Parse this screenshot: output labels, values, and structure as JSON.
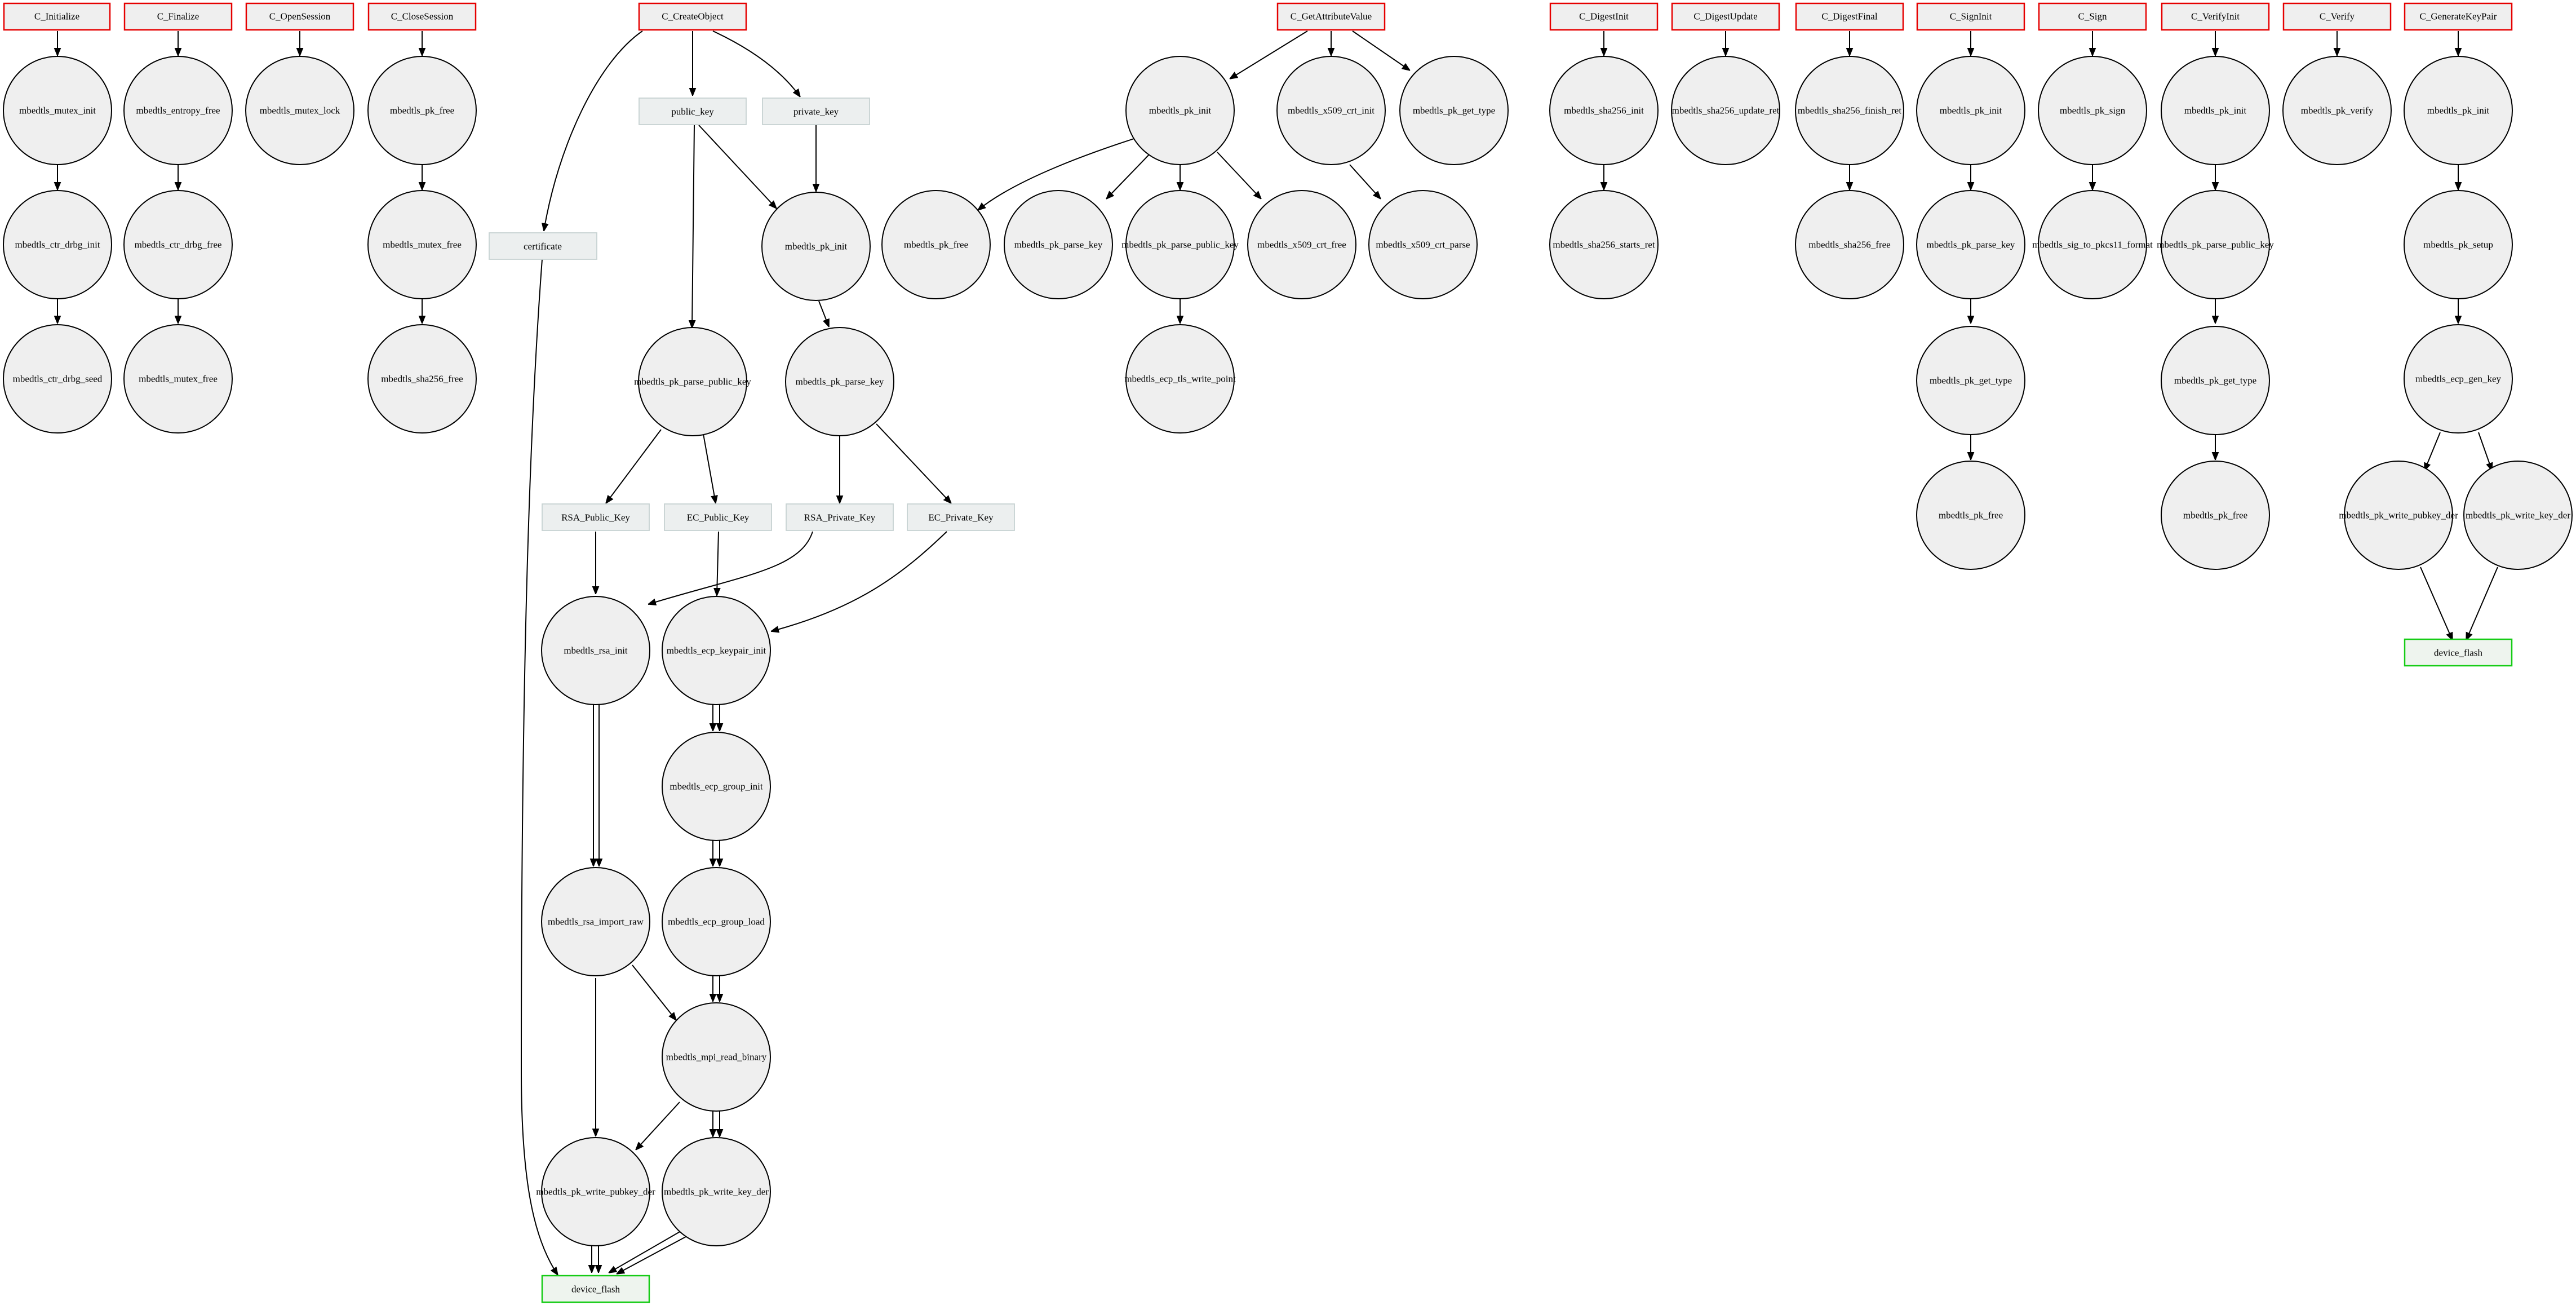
{
  "nodes": {
    "api_init": "C_Initialize",
    "api_fin": "C_Finalize",
    "api_open": "C_OpenSession",
    "api_close": "C_CloseSession",
    "api_create": "C_CreateObject",
    "api_getattr": "C_GetAttributeValue",
    "api_dinit": "C_DigestInit",
    "api_dupd": "C_DigestUpdate",
    "api_dfin": "C_DigestFinal",
    "api_sinit": "C_SignInit",
    "api_sign": "C_Sign",
    "api_vinit": "C_VerifyInit",
    "api_verify": "C_Verify",
    "api_genkp": "C_GenerateKeyPair",
    "i_mutex_init": "mbedtls_mutex_init",
    "i_ctr_init": "mbedtls_ctr_drbg_init",
    "i_ctr_seed": "mbedtls_ctr_drbg_seed",
    "f_entropy_free": "mbedtls_entropy_free",
    "f_ctr_free": "mbedtls_ctr_drbg_free",
    "f_mutex_free": "mbedtls_mutex_free",
    "o_mutex_lock": "mbedtls_mutex_lock",
    "c_pk_free": "mbedtls_pk_free",
    "c_mutex_free": "mbedtls_mutex_free",
    "c_sha_free": "mbedtls_sha256_free",
    "co_cert": "certificate",
    "co_pub": "public_key",
    "co_priv": "private_key",
    "co_pk_init": "mbedtls_pk_init",
    "co_parse_pub": "mbedtls_pk_parse_public_key",
    "co_parse_key": "mbedtls_pk_parse_key",
    "co_rsa_pub": "RSA_Public_Key",
    "co_ec_pub": "EC_Public_Key",
    "co_rsa_priv": "RSA_Private_Key",
    "co_ec_priv": "EC_Private_Key",
    "co_rsa_init": "mbedtls_rsa_init",
    "co_ecp_kp_init": "mbedtls_ecp_keypair_init",
    "co_ecp_gi": "mbedtls_ecp_group_init",
    "co_ecp_gl": "mbedtls_ecp_group_load",
    "co_rsa_imp": "mbedtls_rsa_import_raw",
    "co_mpi": "mbedtls_mpi_read_binary",
    "co_wpub": "mbedtls_pk_write_pubkey_der",
    "co_wkey": "mbedtls_pk_write_key_der",
    "co_flash": "device_flash",
    "g_pk_init": "mbedtls_pk_init",
    "g_x509_init": "mbedtls_x509_crt_init",
    "g_pk_get_type": "mbedtls_pk_get_type",
    "g_pk_free": "mbedtls_pk_free",
    "g_parse_key": "mbedtls_pk_parse_key",
    "g_parse_pub": "mbedtls_pk_parse_public_key",
    "g_x509_free": "mbedtls_x509_crt_free",
    "g_x509_parse": "mbedtls_x509_crt_parse",
    "g_ecp_tls": "mbedtls_ecp_tls_write_point",
    "d_sha_init": "mbedtls_sha256_init",
    "d_sha_starts": "mbedtls_sha256_starts_ret",
    "du_sha_upd": "mbedtls_sha256_update_ret",
    "df_sha_fin": "mbedtls_sha256_finish_ret",
    "df_sha_free": "mbedtls_sha256_free",
    "si_pk_init": "mbedtls_pk_init",
    "si_parse_key": "mbedtls_pk_parse_key",
    "si_get_type": "mbedtls_pk_get_type",
    "si_pk_free": "mbedtls_pk_free",
    "s_pk_sign": "mbedtls_pk_sign",
    "s_sig_pkcs": "mbedtls_sig_to_pkcs11_format",
    "vi_pk_init": "mbedtls_pk_init",
    "vi_parse_pub": "mbedtls_pk_parse_public_key",
    "vi_get_type": "mbedtls_pk_get_type",
    "vi_pk_free": "mbedtls_pk_free",
    "v_pk_verify": "mbedtls_pk_verify",
    "gk_pk_init": "mbedtls_pk_init",
    "gk_pk_setup": "mbedtls_pk_setup",
    "gk_ecp_gen": "mbedtls_ecp_gen_key",
    "gk_wpub": "mbedtls_pk_write_pubkey_der",
    "gk_wkey": "mbedtls_pk_write_key_der",
    "gk_flash": "device_flash"
  }
}
